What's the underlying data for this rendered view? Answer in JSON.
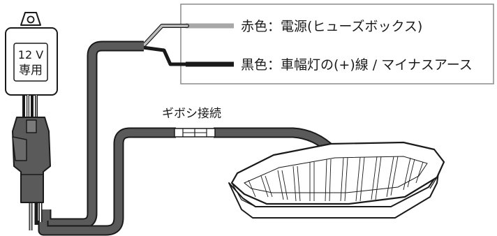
{
  "unit": {
    "rating": "12 V",
    "dedicated": "専用"
  },
  "legend": {
    "red_wire": "赤色：電源(ヒューズボックス)",
    "black_wire": "黒色：車幅灯の(+)線 / マイナスアース"
  },
  "connection_label": "ギボシ接続",
  "colors": {
    "outline": "#1a1a1a",
    "cable": "#5a5a5a",
    "red_wire_swatch": "#a8a8a8",
    "black_wire_swatch": "#1a1a1a",
    "box_border": "#8a8a8a",
    "box_fill": "#ffffff"
  }
}
